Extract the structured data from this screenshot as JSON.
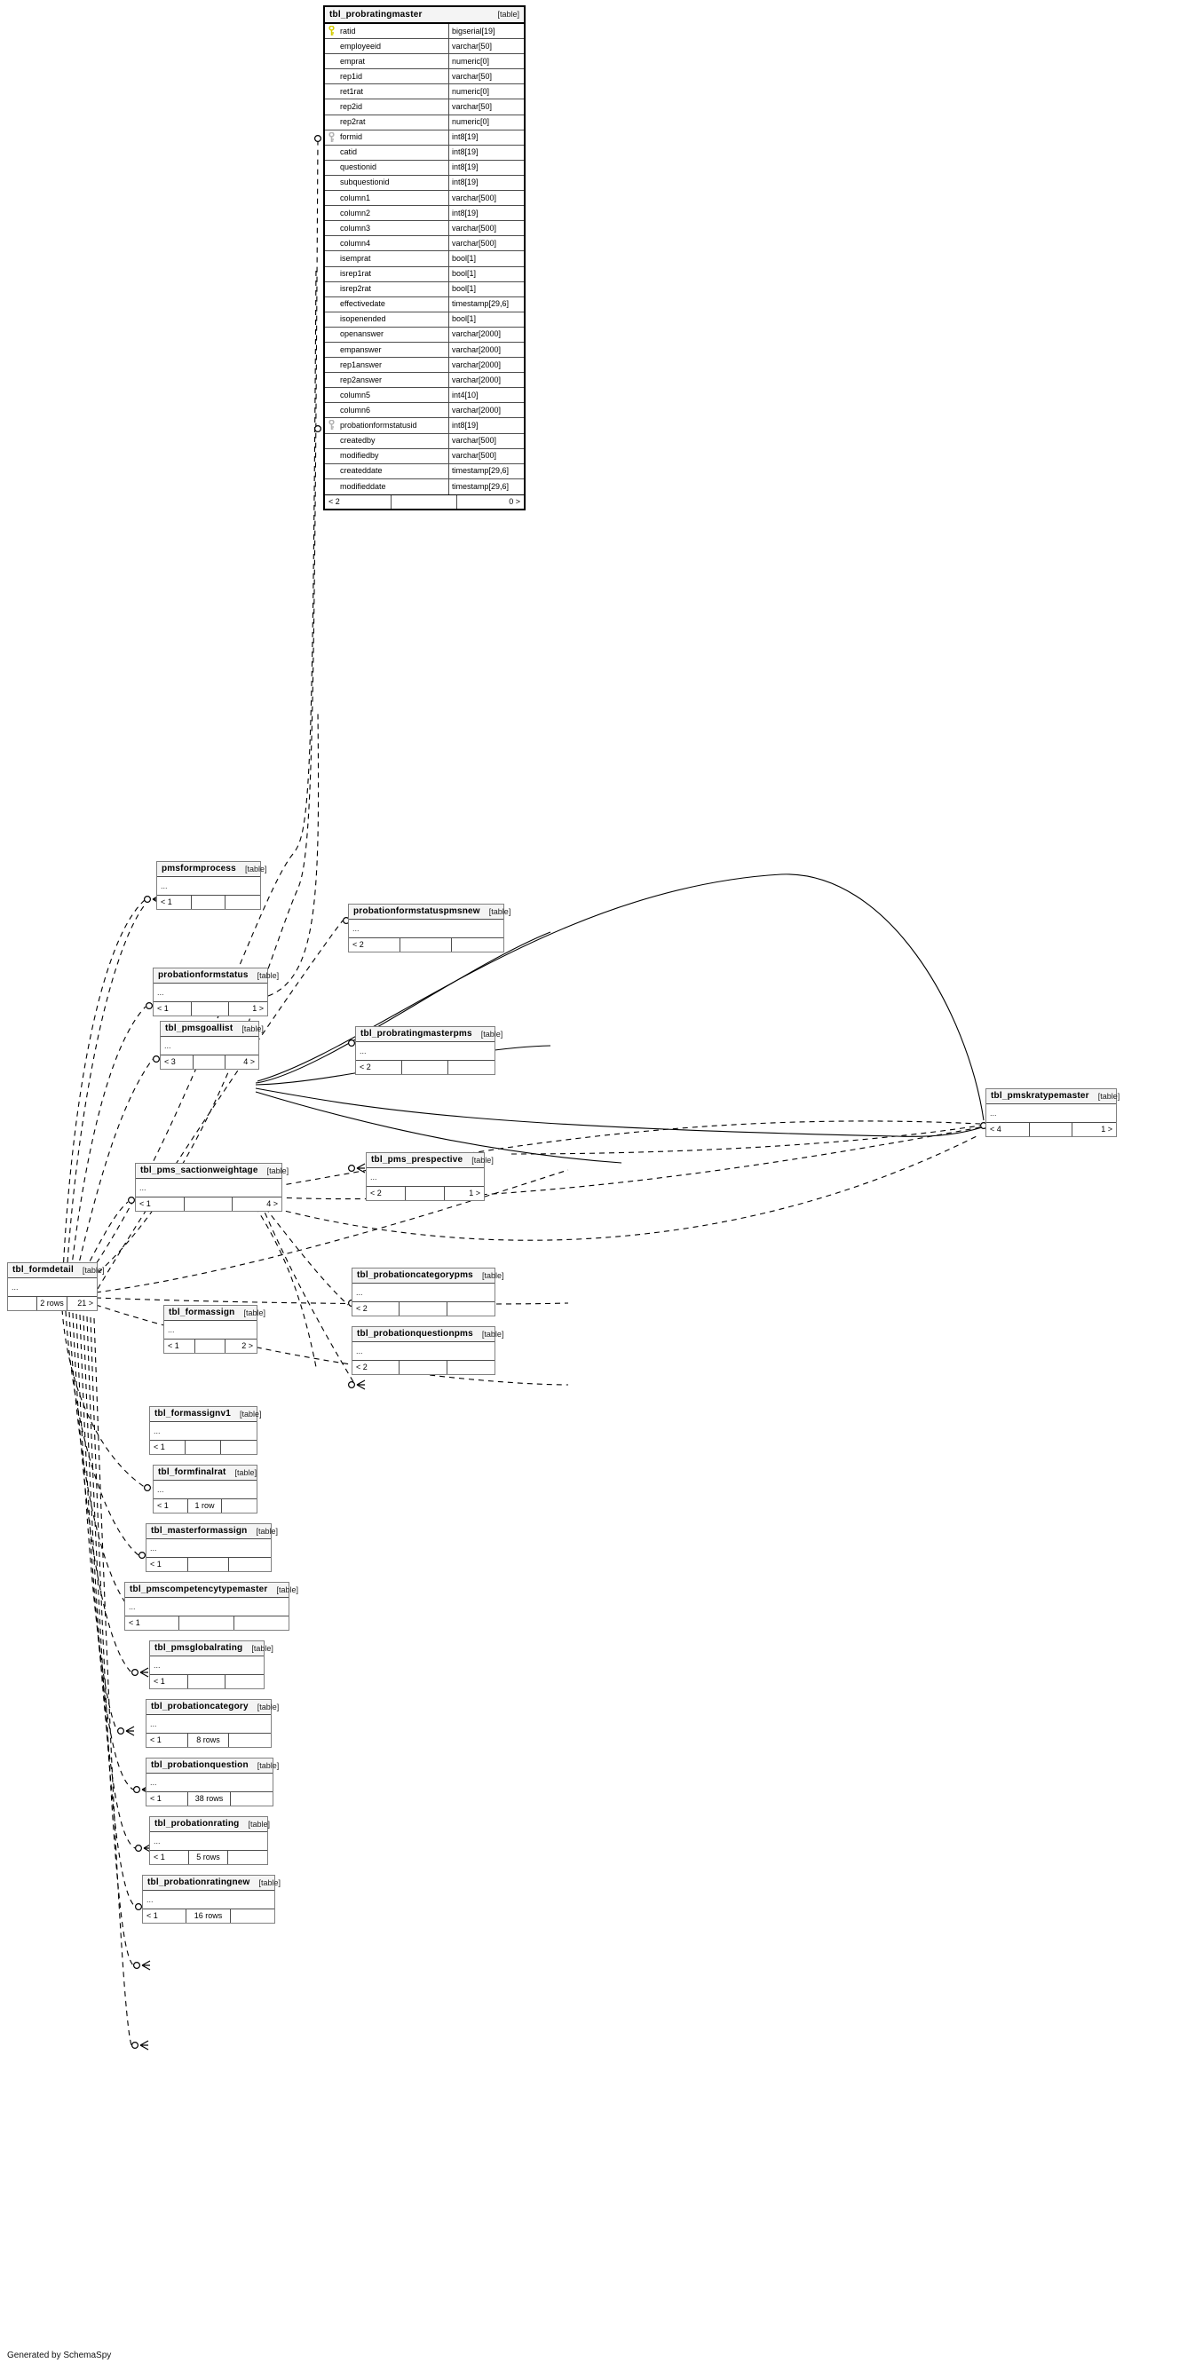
{
  "diagram": {
    "generator_credit": "Generated by SchemaSpy",
    "kind_label": "[table]",
    "ellipsis": "...",
    "colors": {
      "node_border": "#808080",
      "main_border": "#000000",
      "header_fill": "#f4f4f4",
      "edge": "#000000",
      "pk_key": "#d4cc00",
      "fk_key": "#b3b3b3",
      "background": "#ffffff"
    }
  },
  "main_table": {
    "name": "tbl_probratingmaster",
    "kind": "[table]",
    "columns": [
      {
        "key": "pk",
        "name": "ratid",
        "type": "bigserial[19]"
      },
      {
        "key": "none",
        "name": "employeeid",
        "type": "varchar[50]"
      },
      {
        "key": "none",
        "name": "emprat",
        "type": "numeric[0]"
      },
      {
        "key": "none",
        "name": "rep1id",
        "type": "varchar[50]"
      },
      {
        "key": "none",
        "name": "ret1rat",
        "type": "numeric[0]"
      },
      {
        "key": "none",
        "name": "rep2id",
        "type": "varchar[50]"
      },
      {
        "key": "none",
        "name": "rep2rat",
        "type": "numeric[0]"
      },
      {
        "key": "fk",
        "name": "formid",
        "type": "int8[19]"
      },
      {
        "key": "none",
        "name": "catid",
        "type": "int8[19]"
      },
      {
        "key": "none",
        "name": "questionid",
        "type": "int8[19]"
      },
      {
        "key": "none",
        "name": "subquestionid",
        "type": "int8[19]"
      },
      {
        "key": "none",
        "name": "column1",
        "type": "varchar[500]"
      },
      {
        "key": "none",
        "name": "column2",
        "type": "int8[19]"
      },
      {
        "key": "none",
        "name": "column3",
        "type": "varchar[500]"
      },
      {
        "key": "none",
        "name": "column4",
        "type": "varchar[500]"
      },
      {
        "key": "none",
        "name": "isemprat",
        "type": "bool[1]"
      },
      {
        "key": "none",
        "name": "isrep1rat",
        "type": "bool[1]"
      },
      {
        "key": "none",
        "name": "isrep2rat",
        "type": "bool[1]"
      },
      {
        "key": "none",
        "name": "effectivedate",
        "type": "timestamp[29,6]"
      },
      {
        "key": "none",
        "name": "isopenended",
        "type": "bool[1]"
      },
      {
        "key": "none",
        "name": "openanswer",
        "type": "varchar[2000]"
      },
      {
        "key": "none",
        "name": "empanswer",
        "type": "varchar[2000]"
      },
      {
        "key": "none",
        "name": "rep1answer",
        "type": "varchar[2000]"
      },
      {
        "key": "none",
        "name": "rep2answer",
        "type": "varchar[2000]"
      },
      {
        "key": "none",
        "name": "column5",
        "type": "int4[10]"
      },
      {
        "key": "none",
        "name": "column6",
        "type": "varchar[2000]"
      },
      {
        "key": "fk",
        "name": "probationformstatusid",
        "type": "int8[19]"
      },
      {
        "key": "none",
        "name": "createdby",
        "type": "varchar[500]"
      },
      {
        "key": "none",
        "name": "modifiedby",
        "type": "varchar[500]"
      },
      {
        "key": "none",
        "name": "createddate",
        "type": "timestamp[29,6]"
      },
      {
        "key": "none",
        "name": "modifieddate",
        "type": "timestamp[29,6]"
      }
    ],
    "footer": {
      "left": "< 2",
      "center": "",
      "right": "0 >"
    }
  },
  "tables": [
    {
      "id": "pmsformprocess",
      "name": "pmsformprocess",
      "kind": "[table]",
      "footer": {
        "left": "< 1",
        "center": "",
        "right": ""
      }
    },
    {
      "id": "probationformstatus",
      "name": "probationformstatus",
      "kind": "[table]",
      "footer": {
        "left": "< 1",
        "center": "",
        "right": "1 >"
      }
    },
    {
      "id": "probationformstatuspmsnew",
      "name": "probationformstatuspmsnew",
      "kind": "[table]",
      "footer": {
        "left": "< 2",
        "center": "",
        "right": ""
      }
    },
    {
      "id": "tbl_pmsgoallist",
      "name": "tbl_pmsgoallist",
      "kind": "[table]",
      "footer": {
        "left": "< 3",
        "center": "",
        "right": "4 >"
      }
    },
    {
      "id": "tbl_probratingmasterpms",
      "name": "tbl_probratingmasterpms",
      "kind": "[table]",
      "footer": {
        "left": "< 2",
        "center": "",
        "right": ""
      }
    },
    {
      "id": "tbl_pmskratypemaster",
      "name": "tbl_pmskratypemaster",
      "kind": "[table]",
      "footer": {
        "left": "< 4",
        "center": "",
        "right": "1 >"
      }
    },
    {
      "id": "tbl_pms_prespective",
      "name": "tbl_pms_prespective",
      "kind": "[table]",
      "footer": {
        "left": "< 2",
        "center": "",
        "right": "1 >"
      }
    },
    {
      "id": "tbl_pms_sactionweightage",
      "name": "tbl_pms_sactionweightage",
      "kind": "[table]",
      "footer": {
        "left": "< 1",
        "center": "",
        "right": "4 >"
      }
    },
    {
      "id": "tbl_probationcategorypms",
      "name": "tbl_probationcategorypms",
      "kind": "[table]",
      "footer": {
        "left": "< 2",
        "center": "",
        "right": ""
      }
    },
    {
      "id": "tbl_probationquestionpms",
      "name": "tbl_probationquestionpms",
      "kind": "[table]",
      "footer": {
        "left": "< 2",
        "center": "",
        "right": ""
      }
    },
    {
      "id": "tbl_formdetail",
      "name": "tbl_formdetail",
      "kind": "[table]",
      "footer": {
        "left": "",
        "center": "2 rows",
        "right": "21 >"
      }
    },
    {
      "id": "tbl_formassign",
      "name": "tbl_formassign",
      "kind": "[table]",
      "footer": {
        "left": "< 1",
        "center": "",
        "right": "2 >"
      }
    },
    {
      "id": "tbl_formassignv1",
      "name": "tbl_formassignv1",
      "kind": "[table]",
      "footer": {
        "left": "< 1",
        "center": "",
        "right": ""
      }
    },
    {
      "id": "tbl_formfinalrat",
      "name": "tbl_formfinalrat",
      "kind": "[table]",
      "footer": {
        "left": "< 1",
        "center": "1 row",
        "right": ""
      }
    },
    {
      "id": "tbl_masterformassign",
      "name": "tbl_masterformassign",
      "kind": "[table]",
      "footer": {
        "left": "< 1",
        "center": "",
        "right": ""
      }
    },
    {
      "id": "tbl_pmscompetencytypemaster",
      "name": "tbl_pmscompetencytypemaster",
      "kind": "[table]",
      "footer": {
        "left": "< 1",
        "center": "",
        "right": ""
      }
    },
    {
      "id": "tbl_pmsglobalrating",
      "name": "tbl_pmsglobalrating",
      "kind": "[table]",
      "footer": {
        "left": "< 1",
        "center": "",
        "right": ""
      }
    },
    {
      "id": "tbl_probationcategory",
      "name": "tbl_probationcategory",
      "kind": "[table]",
      "footer": {
        "left": "< 1",
        "center": "8 rows",
        "right": ""
      }
    },
    {
      "id": "tbl_probationquestion",
      "name": "tbl_probationquestion",
      "kind": "[table]",
      "footer": {
        "left": "< 1",
        "center": "38 rows",
        "right": ""
      }
    },
    {
      "id": "tbl_probationrating",
      "name": "tbl_probationrating",
      "kind": "[table]",
      "footer": {
        "left": "< 1",
        "center": "5 rows",
        "right": ""
      }
    },
    {
      "id": "tbl_probationratingnew",
      "name": "tbl_probationratingnew",
      "kind": "[table]",
      "footer": {
        "left": "< 1",
        "center": "16 rows",
        "right": ""
      }
    }
  ]
}
